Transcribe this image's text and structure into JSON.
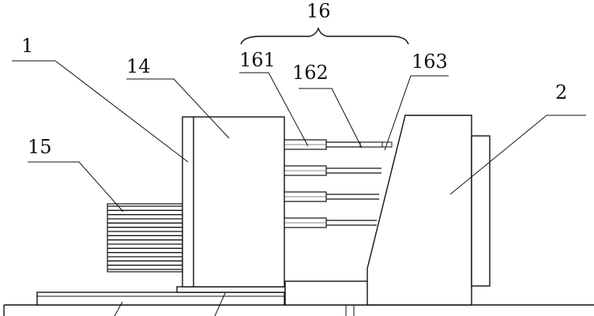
{
  "labels": {
    "l1": "1",
    "l14": "14",
    "l15": "15",
    "l16": "16",
    "l161": "161",
    "l162": "162",
    "l163": "163",
    "l2": "2"
  },
  "rods": {
    "count": 4
  },
  "fins": {
    "count": 16
  }
}
